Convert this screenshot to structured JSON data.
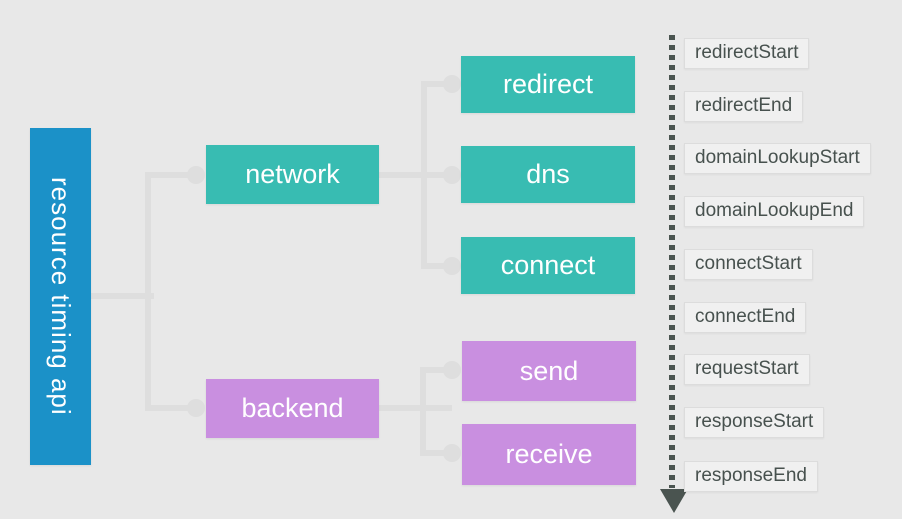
{
  "root_box": {
    "label": "resource timing api"
  },
  "groups": [
    {
      "id": "network",
      "label": "network",
      "color": "#38bcb2",
      "children": [
        {
          "id": "redirect",
          "label": "redirect"
        },
        {
          "id": "dns",
          "label": "dns"
        },
        {
          "id": "connect",
          "label": "connect"
        }
      ]
    },
    {
      "id": "backend",
      "label": "backend",
      "color": "#c98fe0",
      "children": [
        {
          "id": "send",
          "label": "send"
        },
        {
          "id": "receive",
          "label": "receive"
        }
      ]
    }
  ],
  "timeline": {
    "labels": [
      "redirectStart",
      "redirectEnd",
      "domainLookupStart",
      "domainLookupEnd",
      "connectStart",
      "connectEnd",
      "requestStart",
      "responseStart",
      "responseEnd"
    ],
    "direction": "down"
  },
  "colors": {
    "background": "#e8e8e8",
    "root_box": "#1b91c8",
    "network": "#38bcb2",
    "backend": "#c98fe0",
    "connector": "#dedede",
    "timeline_arrow": "#4a5450",
    "label_background": "#f0f0f0",
    "label_border": "#dcdcdc",
    "label_text": "#47514e",
    "box_text": "#ffffff"
  }
}
